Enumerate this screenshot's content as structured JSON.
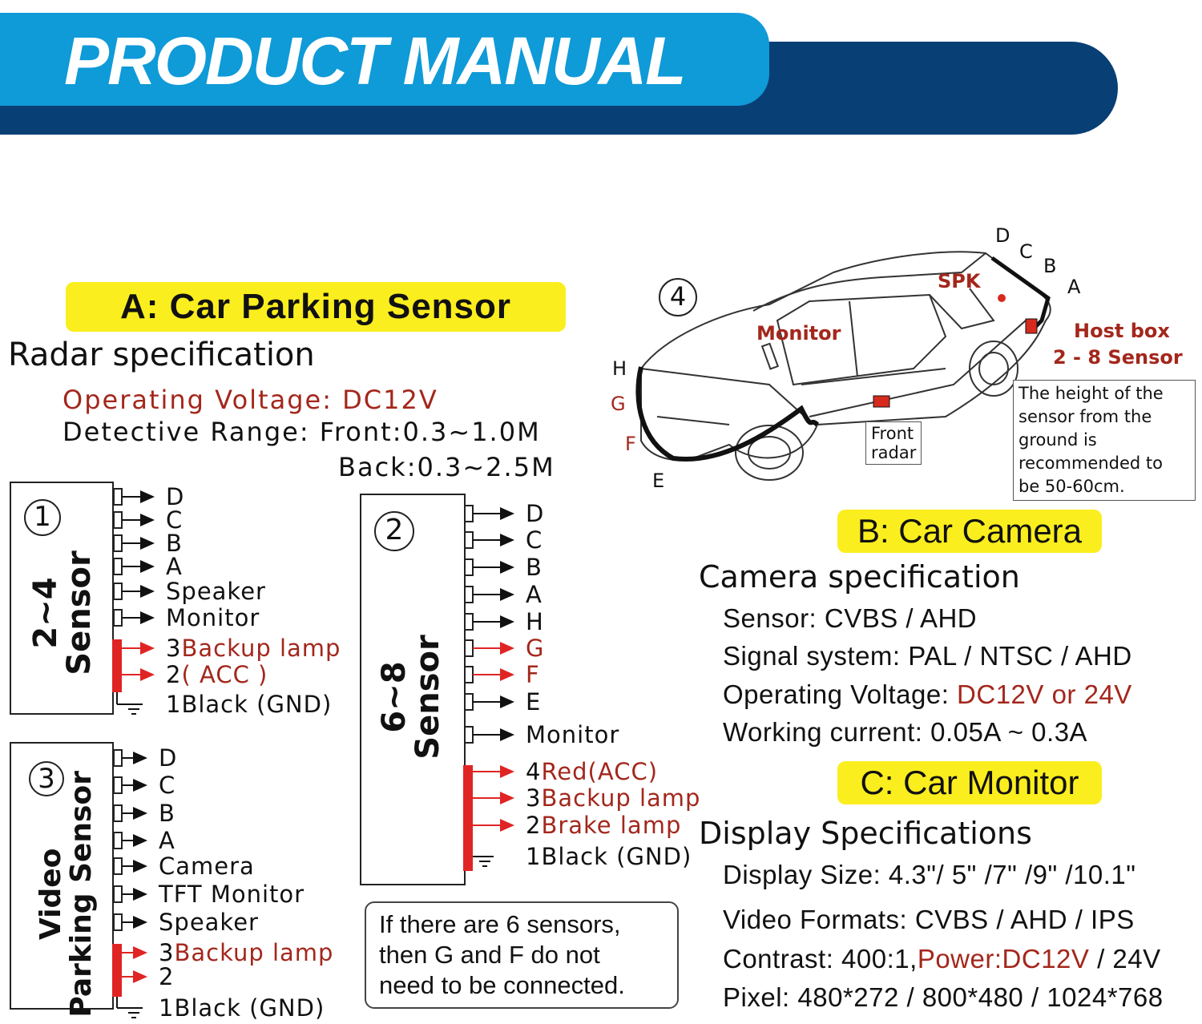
{
  "banner": {
    "title": "PRODUCT MANUAL"
  },
  "section_a": {
    "heading": "A: Car Parking Sensor",
    "subheading": "Radar specification",
    "voltage": "Operating Voltage: DC12V",
    "range_front": "Detective Range: Front:0.3~1.0M",
    "range_back": "Back:0.3~2.5M"
  },
  "diagram1": {
    "number": "①",
    "label_line1": "2~4",
    "label_line2": "Sensor",
    "wires": [
      {
        "text": "D",
        "red": false
      },
      {
        "text": "C",
        "red": false
      },
      {
        "text": "B",
        "red": false
      },
      {
        "text": "A",
        "red": false
      },
      {
        "text": "Speaker",
        "red": false
      },
      {
        "text": "Monitor",
        "red": false
      },
      {
        "num": "3",
        "text": "Backup lamp",
        "red": true
      },
      {
        "num": "2",
        "text": "( ACC )",
        "red": true
      },
      {
        "num": "1",
        "text": "Black (GND)",
        "red": false
      }
    ]
  },
  "diagram2": {
    "number": "②",
    "label_line1": "6~8",
    "label_line2": "Sensor",
    "wires": [
      {
        "text": "D",
        "red": false
      },
      {
        "text": "C",
        "red": false
      },
      {
        "text": "B",
        "red": false
      },
      {
        "text": "A",
        "red": false
      },
      {
        "text": "H",
        "red": false
      },
      {
        "text": "G",
        "red": true
      },
      {
        "text": "F",
        "red": true
      },
      {
        "text": "E",
        "red": false
      },
      {
        "text": "Monitor",
        "red": false
      },
      {
        "num": "4",
        "text": "Red(ACC)",
        "red": true
      },
      {
        "num": "3",
        "text": "Backup lamp",
        "red": true
      },
      {
        "num": "2",
        "text": "Brake lamp",
        "red": true
      },
      {
        "num": "1",
        "text": "Black (GND)",
        "red": false
      }
    ]
  },
  "diagram3": {
    "number": "③",
    "label_line1": "Video",
    "label_line2": "Parking Sensor",
    "wires": [
      {
        "text": "D",
        "red": false
      },
      {
        "text": "C",
        "red": false
      },
      {
        "text": "B",
        "red": false
      },
      {
        "text": "A",
        "red": false
      },
      {
        "text": "Camera",
        "red": false
      },
      {
        "text": "TFT Monitor",
        "red": false
      },
      {
        "text": "Speaker",
        "red": false
      },
      {
        "num": "3",
        "text": "Backup lamp",
        "red": true
      },
      {
        "num": "2",
        "text": "",
        "red": true
      },
      {
        "num": "1",
        "text": "Black (GND)",
        "red": false
      }
    ]
  },
  "note": {
    "line1": "If there are 6 sensors,",
    "line2": "then G and F do not",
    "line3": "need to be connected."
  },
  "car_diagram": {
    "number": "④",
    "rear_labels": [
      "D",
      "C",
      "B",
      "A"
    ],
    "front_labels": [
      "H",
      "G",
      "F",
      "E"
    ],
    "spk": "SPK",
    "monitor": "Monitor",
    "host_box": "Host box",
    "sensor_range": "2 - 8 Sensor",
    "front_radar_line1": "Front",
    "front_radar_line2": "radar",
    "height_note": [
      "The height of the",
      "sensor from the",
      "ground is",
      "recommended to",
      "be 50-60cm."
    ]
  },
  "section_b": {
    "heading": "B: Car Camera",
    "subheading": "Camera specification",
    "sensor": "Sensor: CVBS / AHD",
    "signal": "Signal system: PAL / NTSC / AHD",
    "voltage_label": "Operating Voltage: ",
    "voltage_value": "DC12V or 24V",
    "current": "Working current: 0.05A ~ 0.3A"
  },
  "section_c": {
    "heading": "C: Car Monitor",
    "subheading": "Display Specifications",
    "display_size": "Display Size: 4.3\"/ 5\" /7\" /9\" /10.1\"",
    "video_formats": "Video Formats: CVBS / AHD / IPS",
    "contrast": "Contrast: 400:1,",
    "power_label": "Power:",
    "power_value": "DC12V",
    "power_alt": " / 24V",
    "pixel": "Pixel: 480*272 / 800*480 / 1024*768"
  },
  "colors": {
    "banner_light": "#0f9ad8",
    "banner_dark": "#083f74",
    "highlight_yellow": "#fbee1e",
    "accent_red": "#a3271c",
    "wire_red": "#e02424"
  }
}
